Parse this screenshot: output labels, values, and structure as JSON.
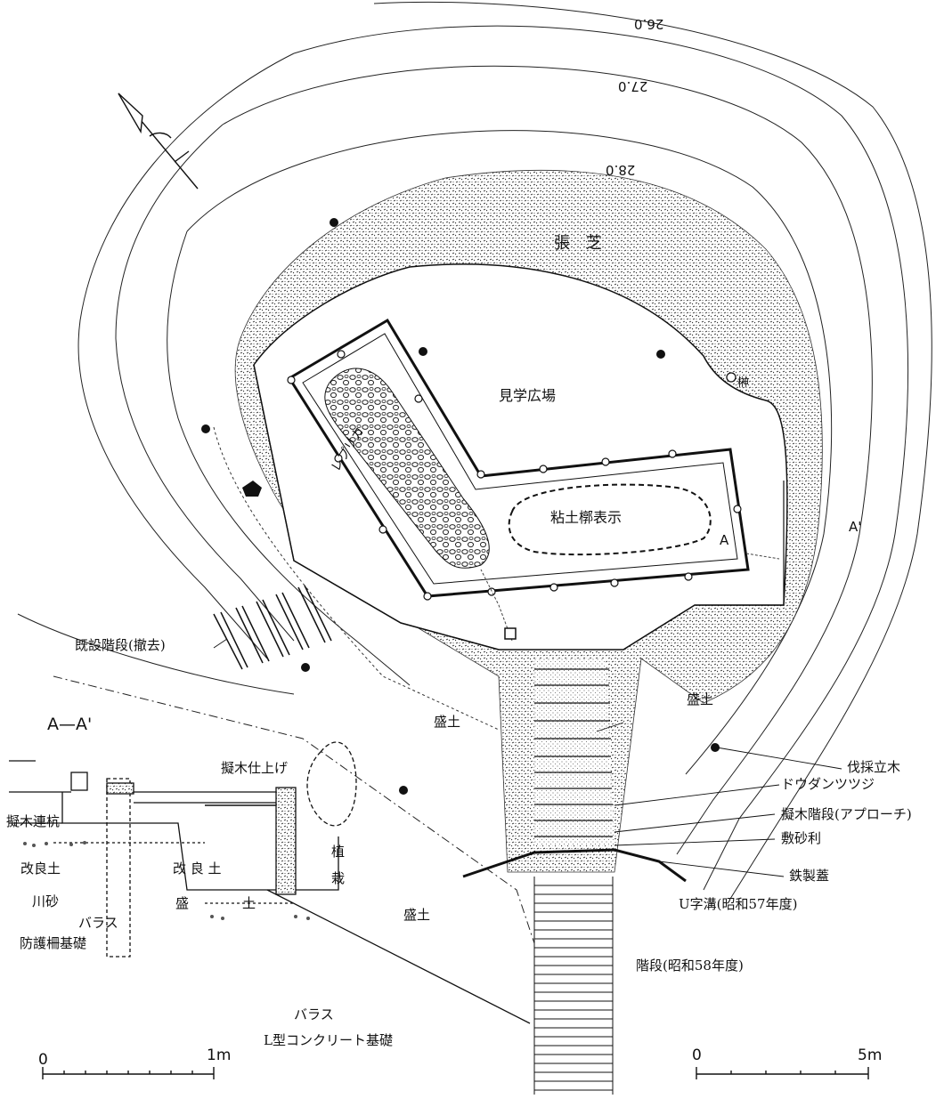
{
  "contours": {
    "c260": "26.0",
    "c270": "27.0",
    "c280": "28.0"
  },
  "plan": {
    "lawn": "張 芝",
    "plaza": "見学広場",
    "clay": "粘土槨表示",
    "replica": "レプリカ",
    "tree": "榊",
    "section_a": "A",
    "section_a2": "A'",
    "fill_left": "盛土",
    "fill_right": "盛土"
  },
  "callouts": {
    "old_stairs": "既設階段(撤去)",
    "felled_trees": "伐採立木",
    "azalea": "ドウダンツツジ",
    "approach": "擬木階段(アプローチ)",
    "gravel": "敷砂利",
    "steel_lid": "鉄製蓋",
    "u_ditch": "U字溝(昭和57年度)",
    "stairs58": "階段(昭和58年度)"
  },
  "section": {
    "title": "A—A'",
    "wood_pile": "擬木連杭",
    "wood_finish": "擬木仕上げ",
    "improved_soil_1": "改良土",
    "improved_soil_2": "改 良 土",
    "river_sand": "川砂",
    "fill_1": "盛",
    "fill_2": "土",
    "planting_1": "植",
    "planting_2": "栽",
    "fill_label": "盛土",
    "ballast_1": "バラス",
    "ballast_2": "バラス",
    "fence_base": "防護柵基礎",
    "l_base": "L型コンクリート基礎"
  },
  "scales": {
    "left_zero": "0",
    "left_end": "1m",
    "right_zero": "0",
    "right_end": "5m"
  },
  "colors": {
    "ink": "#111111",
    "paper": "#ffffff"
  },
  "icons": {
    "north": "north-arrow-icon",
    "tree": "tree-dot-icon"
  }
}
